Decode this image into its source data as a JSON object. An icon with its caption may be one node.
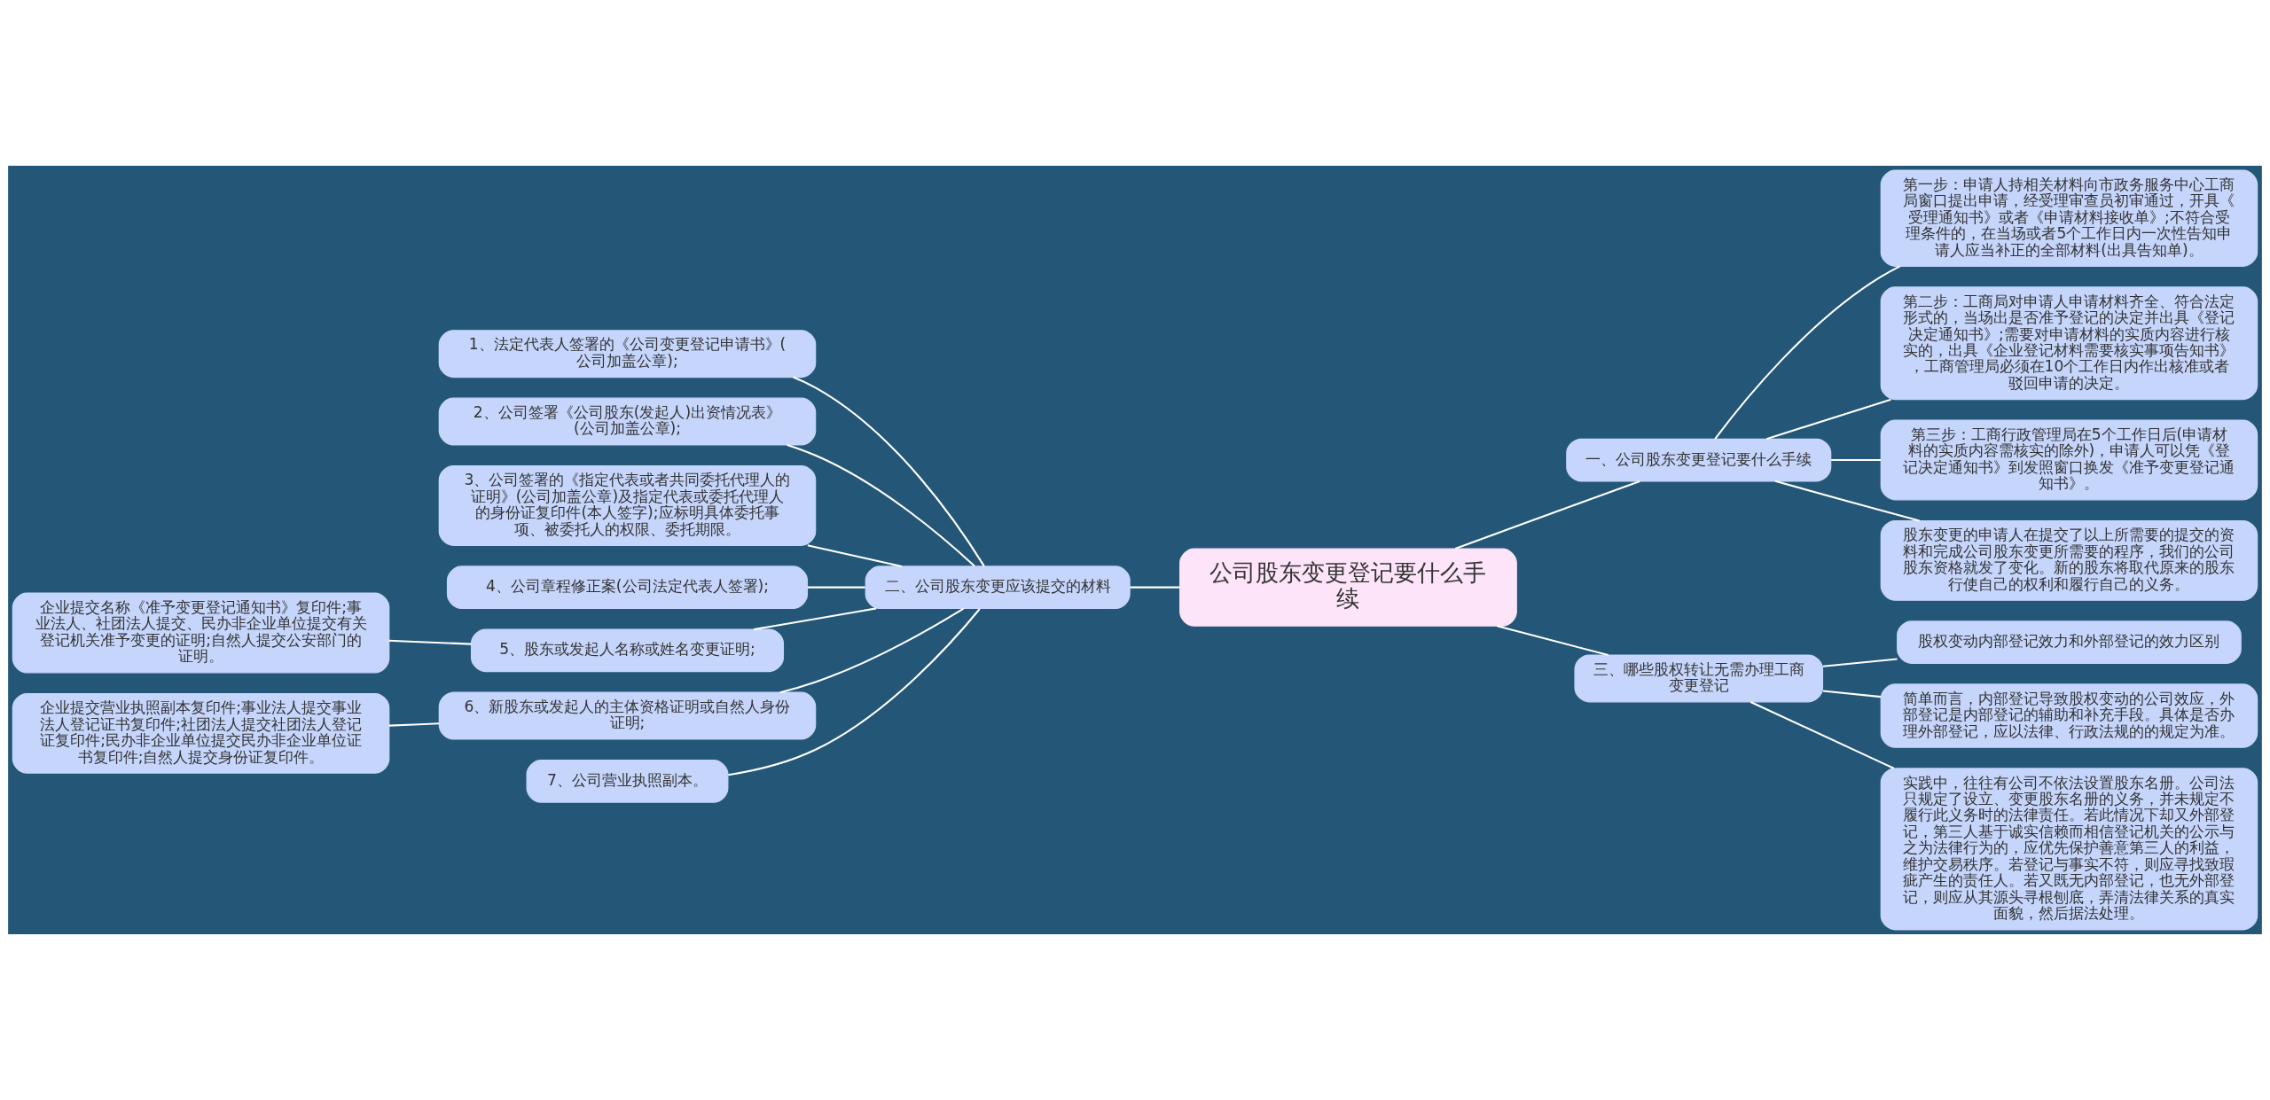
{
  "diagram": {
    "nodes": [
      {
        "text": [
          "公司股东变更登记要什么手续"
        ]
      },
      {
        "text": [
          "一、公司股东变更登记要什么手续"
        ]
      },
      {
        "text": [
          "第一步：申请人持相关材料向市政务服务中心工商局窗口提出申请，经受理审查员初审通过，开具《受理通知书》或者《申请材料接收单》;不符合受理条件的，在当场或者5个工作日内一次性告知申请人应当补正的全部材料(出具告知单)。"
        ]
      },
      {
        "text": [
          "第二步：工商局对申请人申请材料齐全、符合法定形式的，当场出是否准予登记的决定并出具《登记决定通知书》;需要对申请材料的实质内容进行核实的，出具《企业登记材料需要核实事项告知书》，工商管理局必须在10个工作日内作出核准或者驳回申请的决定。"
        ]
      },
      {
        "text": [
          "第三步：工商行政管理局在5个工作日后(申请材料的实质内容需核实的除外)，申请人可以凭《登记决定通知书》到发照窗口换发《准予变更登记通知书》。"
        ]
      },
      {
        "text": [
          "股东变更的申请人在提交了以上所需要的提交的资料和完成公司股东变更所需要的程序，我们的公司股东资格就发了变化。新的股东将取代原来的股东行使自己的权利和履行自己的义务。"
        ]
      },
      {
        "text": [
          "二、公司股东变更应该提交的材料"
        ]
      },
      {
        "text": [
          "1、法定代表人签署的《公司变更登记申请书》(公司加盖公章);"
        ]
      },
      {
        "text": [
          "2、公司签署《公司股东(发起人)出资情况表》(公司加盖公章);"
        ]
      },
      {
        "text": [
          "3、公司签署的《指定代表或者共同委托代理人的证明》(公司加盖公章)及指定代表或委托代理人的身份证复印件(本人签字);应标明具体委托事项、被委托人的权限、委托期限。"
        ]
      },
      {
        "text": [
          "4、公司章程修正案(公司法定代表人签署);"
        ]
      },
      {
        "text": [
          "5、股东或发起人名称或姓名变更证明;"
        ]
      },
      {
        "text": [
          "6、新股东或发起人的主体资格证明或自然人身份证明;"
        ]
      },
      {
        "text": [
          "7、公司营业执照副本。"
        ]
      },
      {
        "text": [
          "企业提交名称《准予变更登记通知书》复印件;事业法人、社团法人提交、民办非企业单位提交有关登记机关准予变更的证明;自然人提交公安部门的证明。"
        ]
      },
      {
        "text": [
          "企业提交营业执照副本复印件;事业法人提交事业法人登记证书复印件;社团法人提交社团法人登记证复印件;民办非企业单位提交民办非企业单位证书复印件;自然人提交身份证复印件。"
        ]
      },
      {
        "text": [
          "三、哪些股权转让无需办理工商变更登记"
        ]
      },
      {
        "text": [
          "股权变动内部登记效力和外部登记的效力区别"
        ]
      },
      {
        "text": [
          "简单而言，内部登记导致股权变动的公司效应，外部登记是内部登记的辅助和补充手段。具体是否办理外部登记，应以法律、行政法规的的规定为准。"
        ]
      },
      {
        "text": [
          "实践中，往往有公司不依法设置股东名册。公司法只规定了设立、变更股东名册的义务，并未规定不履行此义务时的法律责任。若此情况下却又外部登记，第三人基于诚实信赖而相信登记机关的公示与之为法律行为的，应优先保护善意第三人的利益，维护交易秩序。若登记与事实不符，则应寻找致瑕疵产生的责任人。若又既无内部登记，也无外部登记，则应从其源头寻根刨底，弄清法律关系的真实面貌，然后据法处理。"
        ]
      }
    ],
    "edges": [
      {
        "from": 0,
        "to": 1,
        "arrow": "none"
      },
      {
        "from": 1,
        "to": 2,
        "arrow": "none"
      },
      {
        "from": 1,
        "to": 3,
        "arrow": "none"
      },
      {
        "from": 1,
        "to": 4,
        "arrow": "none"
      },
      {
        "from": 1,
        "to": 5,
        "arrow": "none"
      },
      {
        "from": 0,
        "to": 6,
        "arrow": "none"
      },
      {
        "from": 6,
        "to": 7,
        "arrow": "none"
      },
      {
        "from": 6,
        "to": 8,
        "arrow": "none"
      },
      {
        "from": 6,
        "to": 9,
        "arrow": "none"
      },
      {
        "from": 6,
        "to": 10,
        "arrow": "none"
      },
      {
        "from": 6,
        "to": 11,
        "arrow": "none"
      },
      {
        "from": 6,
        "to": 12,
        "arrow": "none"
      },
      {
        "from": 6,
        "to": 13,
        "arrow": "none"
      },
      {
        "from": 11,
        "to": 14,
        "arrow": "none"
      },
      {
        "from": 12,
        "to": 15,
        "arrow": "none"
      },
      {
        "from": 0,
        "to": 16,
        "arrow": "none"
      },
      {
        "from": 16,
        "to": 17,
        "arrow": "none"
      },
      {
        "from": 16,
        "to": 18,
        "arrow": "none"
      },
      {
        "from": 16,
        "to": 19,
        "arrow": "none"
      }
    ]
  }
}
